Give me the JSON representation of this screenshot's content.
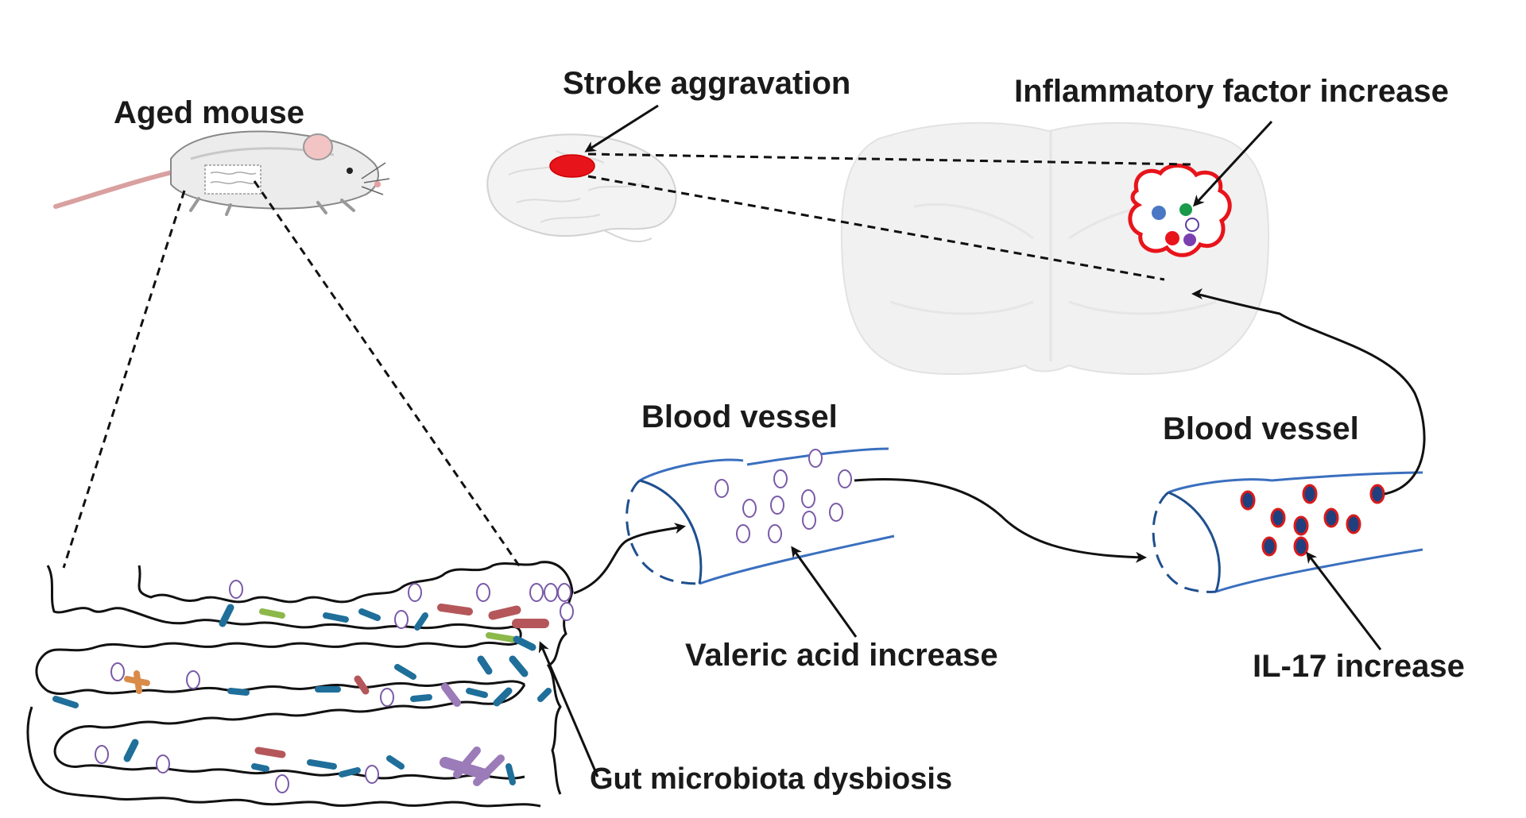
{
  "labels": {
    "aged_mouse": "Aged mouse",
    "stroke_aggravation": "Stroke aggravation",
    "inflammatory_factor_increase": "Inflammatory  factor increase",
    "blood_vessel_left": "Blood vessel",
    "blood_vessel_right": "Blood vessel",
    "valeric_acid_increase": "Valeric acid increase",
    "il17_increase": "IL-17 increase",
    "gut_microbiota_dysbiosis": "Gut microbiota  dysbiosis"
  },
  "colors": {
    "stroke_spot": "#e8141b",
    "lesion_outline": "#e8141b",
    "vessel": "#3a6fbf",
    "vessel_dark": "#1f4f8f",
    "microbe_blue": "#1f6f9a",
    "microbe_red": "#b5575a",
    "microbe_green": "#8cb84a",
    "microbe_purple": "#9b7bb8",
    "microbe_orange": "#d98b4a",
    "valeric_particle": "#7a5aa8",
    "il17_fill": "#1f3f7f",
    "il17_ring": "#d81b1b"
  },
  "icons": {
    "mouse": "mouse-illustration",
    "brain": "brain-illustration",
    "brain_section": "coronal-brain-section"
  }
}
